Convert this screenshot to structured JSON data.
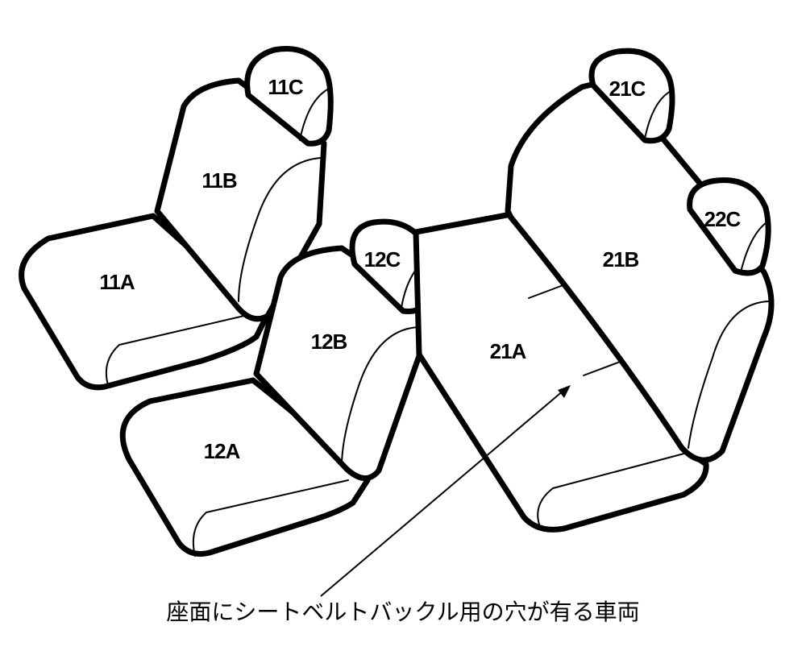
{
  "parts": [
    {
      "key": "11A",
      "label": "11A"
    },
    {
      "key": "11B",
      "label": "11B"
    },
    {
      "key": "11C",
      "label": "11C"
    },
    {
      "key": "12A",
      "label": "12A"
    },
    {
      "key": "12B",
      "label": "12B"
    },
    {
      "key": "12C",
      "label": "12C"
    },
    {
      "key": "21A",
      "label": "21A"
    },
    {
      "key": "21B",
      "label": "21B"
    },
    {
      "key": "21C",
      "label": "21C"
    },
    {
      "key": "22C",
      "label": "22C"
    }
  ],
  "caption": "座面にシートベルトバックル用の穴が有る車両",
  "colors": {
    "stroke": "#000000",
    "fill": "#ffffff"
  }
}
